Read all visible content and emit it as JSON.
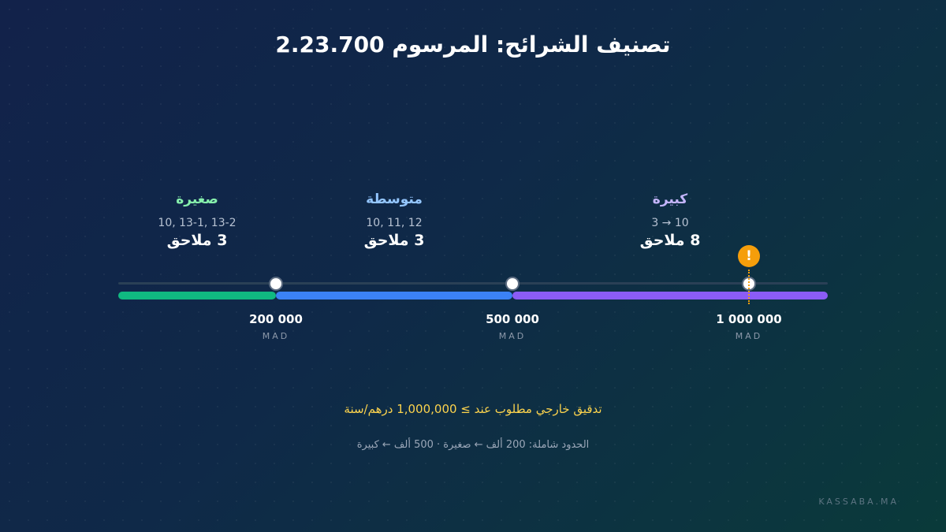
{
  "title": "تصنيف الشرائح: المرسوم 2.23.700",
  "tiers": [
    {
      "name": "صغيرة",
      "codes": "10, 13-1, 13-2",
      "count": "3 ملاحق",
      "color": "#86efac",
      "bar_color": "#10b981"
    },
    {
      "name": "متوسطة",
      "codes": "10, 11, 12",
      "count": "3 ملاحق",
      "color": "#93c5fd",
      "bar_color": "#3b82f6"
    },
    {
      "name": "كبيرة",
      "codes": "3 → 10",
      "count": "8 ملاحق",
      "color": "#c4b5fd",
      "bar_color": "#8b5cf6"
    }
  ],
  "thresholds": [
    {
      "amount": "200 000",
      "currency": "MAD"
    },
    {
      "amount": "500 000",
      "currency": "MAD"
    },
    {
      "amount": "1 000 000",
      "currency": "MAD"
    }
  ],
  "alert_icon": "!",
  "audit_note": "تدقيق خارجي مطلوب عند ≥ 1,000,000 درهم/سنة",
  "bounds_note": "الحدود شاملة: 200 ألف ← صغيرة · 500 ألف ← كبيرة",
  "brand": "KASSABA.MA",
  "colors": {
    "accent_warning": "#f59e0b",
    "audit_text": "#fcd34d"
  }
}
